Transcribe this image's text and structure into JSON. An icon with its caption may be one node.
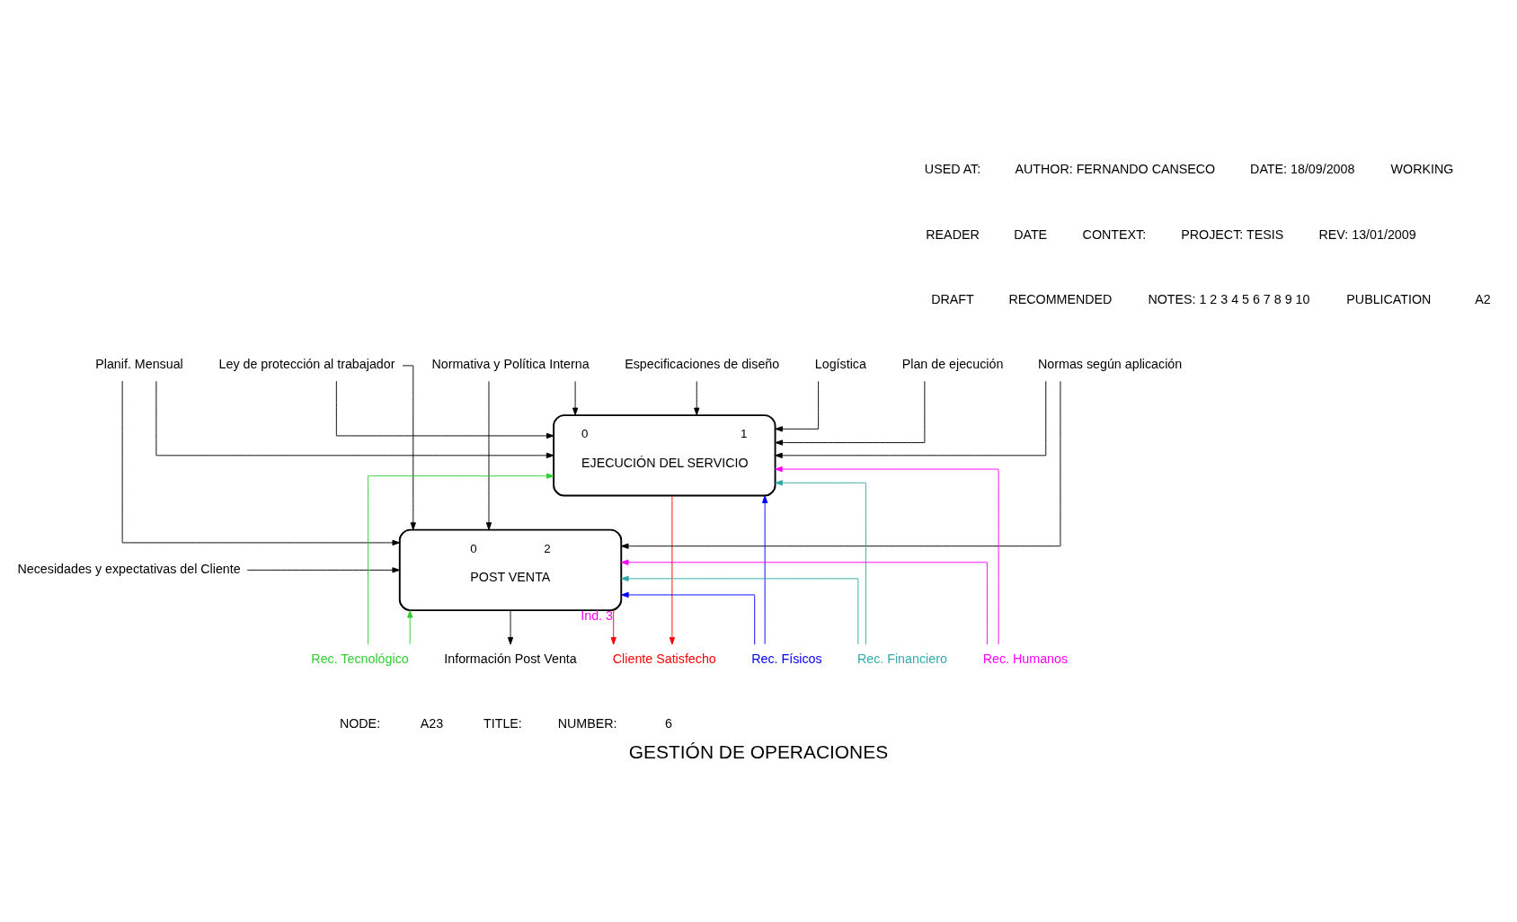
{
  "diagram": {
    "title": "GESTIÓN DE OPERACIONES",
    "nodes": [
      {
        "text": [
          "0",
          "1",
          "EJECUCIÓN DEL SERVICIO"
        ]
      },
      {
        "text": [
          "0",
          "2",
          "POST VENTA"
        ]
      },
      {
        "text": [
          "Plan de ejecución"
        ]
      },
      {
        "text": [
          "Normativa y Política Interna"
        ]
      },
      {
        "text": [
          "Planif. Mensual"
        ]
      },
      {
        "text": [
          "Ley de protección al trabajador"
        ]
      },
      {
        "text": [
          "Normas según aplicación"
        ]
      },
      {
        "text": [
          "Especificaciones de diseño"
        ]
      },
      {
        "text": [
          "Logística"
        ]
      },
      {
        "text": [
          "Necesidades y expectativas del Cliente"
        ]
      },
      {
        "text": [
          "Rec. Tecnológico"
        ]
      },
      {
        "text": [
          "Rec. Físicos"
        ]
      },
      {
        "text": [
          "Rec. Financiero"
        ]
      },
      {
        "text": [
          "Rec. Humanos"
        ]
      },
      {
        "text": [
          "Cliente Satisfecho"
        ]
      },
      {
        "text": [
          "Información Post Venta"
        ]
      }
    ],
    "edges": [
      {
        "from": 2,
        "to": 0,
        "arrow": "to"
      },
      {
        "from": 3,
        "to": 0,
        "arrow": "to"
      },
      {
        "from": 3,
        "to": 1,
        "arrow": "to"
      },
      {
        "from": 4,
        "to": 0,
        "arrow": "to"
      },
      {
        "from": 4,
        "to": 1,
        "arrow": "to"
      },
      {
        "from": 5,
        "to": 0,
        "arrow": "to"
      },
      {
        "from": 5,
        "to": 1,
        "arrow": "to"
      },
      {
        "from": 6,
        "to": 0,
        "arrow": "to"
      },
      {
        "from": 6,
        "to": 1,
        "arrow": "to"
      },
      {
        "from": 7,
        "to": 0,
        "arrow": "to"
      },
      {
        "from": 8,
        "to": 0,
        "arrow": "to"
      },
      {
        "from": 9,
        "to": 1,
        "arrow": "to"
      },
      {
        "from": 10,
        "to": 0,
        "arrow": "to",
        "color": "#33cc33"
      },
      {
        "from": 10,
        "to": 1,
        "arrow": "to",
        "color": "#33cc33"
      },
      {
        "from": 11,
        "to": 0,
        "arrow": "to",
        "color": "#0000ff"
      },
      {
        "from": 11,
        "to": 1,
        "arrow": "to",
        "color": "#0000ff"
      },
      {
        "from": 12,
        "to": 0,
        "arrow": "to",
        "color": "#33aaaa"
      },
      {
        "from": 12,
        "to": 1,
        "arrow": "to",
        "color": "#33aaaa"
      },
      {
        "from": 13,
        "to": 0,
        "arrow": "to",
        "color": "#ff00ff"
      },
      {
        "from": 13,
        "to": 1,
        "arrow": "to",
        "color": "#ff00ff"
      },
      {
        "from": 0,
        "to": 14,
        "arrow": "to",
        "color": "#ff0000"
      },
      {
        "from": 1,
        "to": 14,
        "arrow": "to",
        "label": "Ind. 3",
        "color": "#ff0000"
      },
      {
        "from": 1,
        "to": 15,
        "arrow": "to"
      }
    ],
    "labels": [
      "USED AT:",
      "AUTHOR: FERNANDO CANSECO",
      "DATE: 18/09/2008",
      "WORKING",
      "READER",
      "DATE",
      "CONTEXT:",
      "PROJECT: TESIS",
      "REV: 13/01/2009",
      "DRAFT",
      "RECOMMENDED",
      "NOTES: 1 2 3 4 5 6 7 8 9 10",
      "PUBLICATION",
      "A2",
      "NODE:",
      "A23",
      "TITLE:",
      "NUMBER:",
      "6"
    ]
  }
}
